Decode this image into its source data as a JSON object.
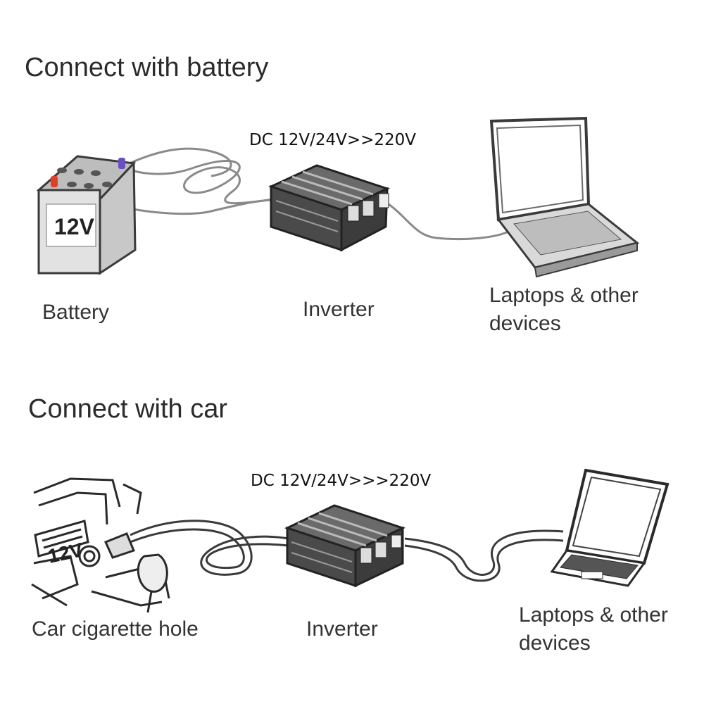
{
  "section_battery": {
    "heading": "Connect with battery",
    "spec": "DC 12V/24V>>220V",
    "battery_voltage": "12V",
    "labels": {
      "battery": "Battery",
      "inverter": "Inverter",
      "laptop_line1": "Laptops & other",
      "laptop_line2": "devices"
    }
  },
  "section_car": {
    "heading": "Connect with car",
    "spec": "DC 12V/24V>>>220V",
    "socket_voltage": "12V",
    "labels": {
      "car_socket": "Car cigarette hole",
      "inverter": "Inverter",
      "laptop_line1": "Laptops & other",
      "laptop_line2": "devices"
    }
  },
  "colors": {
    "line": "#3a3a3a",
    "cable": "#8a8a8a",
    "battery_body": "#e2e2e2",
    "inverter_body": "#3c3c3c",
    "positive_terminal": "#e0402a",
    "negative_terminal": "#6a4fc0"
  }
}
